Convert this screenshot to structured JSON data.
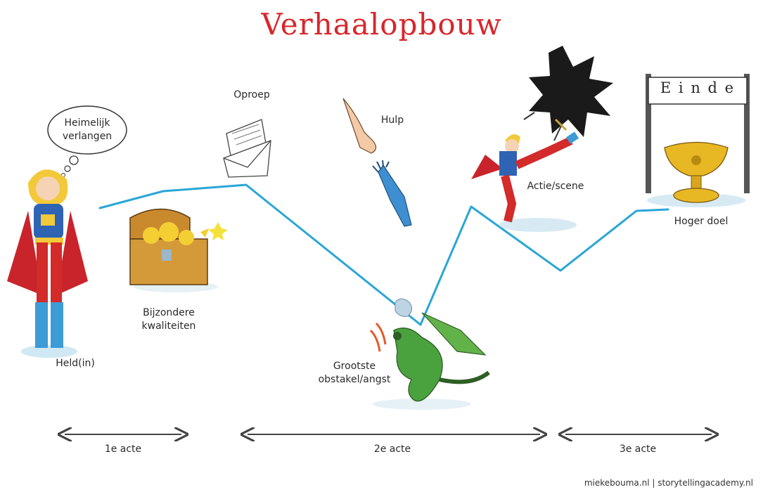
{
  "title": "Verhaalopbouw",
  "labels": {
    "hero": "Held(in)",
    "thought": "Heimelijk verlangen",
    "qualities": "Bijzondere kwaliteiten",
    "call": "Oproep",
    "help": "Hulp",
    "obstacle": "Grootste obstakel/angst",
    "action": "Actie/scene",
    "goal": "Hoger doel",
    "end_sign": "E i n d e"
  },
  "acts": [
    "1e acte",
    "2e acte",
    "3e acte"
  ],
  "credit": "miekebouma.nl | storytellingacademy.nl",
  "colors": {
    "title": "#d9262b",
    "path": "#2aa6d6",
    "arrows": "#444444"
  }
}
